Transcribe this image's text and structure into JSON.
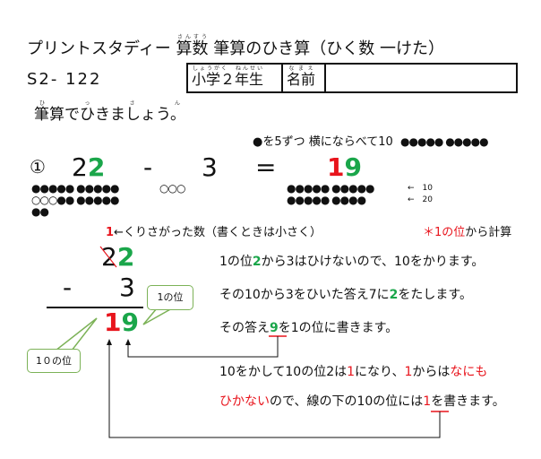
{
  "header": {
    "title_prefix": "プリントスタディー",
    "title_subject": "算数",
    "title_subject_ruby": "さんすう",
    "title_topic": "筆算のひき算（ひく数 一けた）",
    "code": "S2- 122"
  },
  "name_box": {
    "grade": "小学２年生",
    "grade_ruby": "しょうがく　ねんせい",
    "name_label": "名前",
    "name_ruby": "なまえ",
    "name_value": ""
  },
  "instruction": "筆算でひきましょう。",
  "instruction_ruby": "ひっさん",
  "dot_hint": "●を5ずつ 横にならべて10",
  "dot_hint_dots": "●●●●● ●●●●●",
  "problem": {
    "number": "①",
    "minuend_tens": "2",
    "minuend_ones": "2",
    "operator": "-",
    "subtrahend": "3",
    "equals": "=",
    "answer_tens": "1",
    "answer_ones": "9"
  },
  "dots_left": {
    "row1": "●●●●● ●●●●●",
    "row2_open": "○○○",
    "row2_filled": "●● ●●●●●",
    "row3": "●●",
    "sub": "○○○"
  },
  "dots_right": {
    "row1": "●●●●● ●●●●●",
    "row2": "●●●●● ●●●●",
    "label1": "←　10",
    "label2": "←　20"
  },
  "borrow_note": {
    "digit": "1",
    "text": "←くりさがった数（書くときは小さく）"
  },
  "calc_note": {
    "red": "＊1の位",
    "black": "から計算"
  },
  "vertical": {
    "borrow": "1",
    "minuend_tens": "2",
    "minuend_ones": "2",
    "operator": "-",
    "subtrahend": "3",
    "answer_tens": "1",
    "answer_ones": "9"
  },
  "callouts": {
    "ones": "1の位",
    "tens": "1０の位"
  },
  "steps": [
    {
      "parts": [
        {
          "t": "1の位",
          "c": ""
        },
        {
          "t": "2",
          "c": "g"
        },
        {
          "t": "から3はひけないので、10をかります。",
          "c": ""
        }
      ]
    },
    {
      "parts": [
        {
          "t": "その10から3をひいた答え7に",
          "c": ""
        },
        {
          "t": "2",
          "c": "g"
        },
        {
          "t": "をたします。",
          "c": ""
        }
      ]
    },
    {
      "parts": [
        {
          "t": "その答え",
          "c": ""
        },
        {
          "t": "9",
          "c": "g"
        },
        {
          "t": "を1の位に書きます。",
          "c": ""
        }
      ]
    },
    {
      "parts": [
        {
          "t": "10をかして10の位2は",
          "c": ""
        },
        {
          "t": "1",
          "c": "r"
        },
        {
          "t": "になり、",
          "c": ""
        },
        {
          "t": "1",
          "c": "r"
        },
        {
          "t": "からは",
          "c": ""
        },
        {
          "t": "なにも",
          "c": "r"
        }
      ]
    },
    {
      "parts": [
        {
          "t": "ひかない",
          "c": "r"
        },
        {
          "t": "ので、線の下の10の位には",
          "c": ""
        },
        {
          "t": "1",
          "c": "r"
        },
        {
          "t": "を書きます。",
          "c": ""
        }
      ]
    }
  ],
  "colors": {
    "green": "#1aa64a",
    "red": "#e8141c",
    "callout_border": "#7cb257"
  }
}
